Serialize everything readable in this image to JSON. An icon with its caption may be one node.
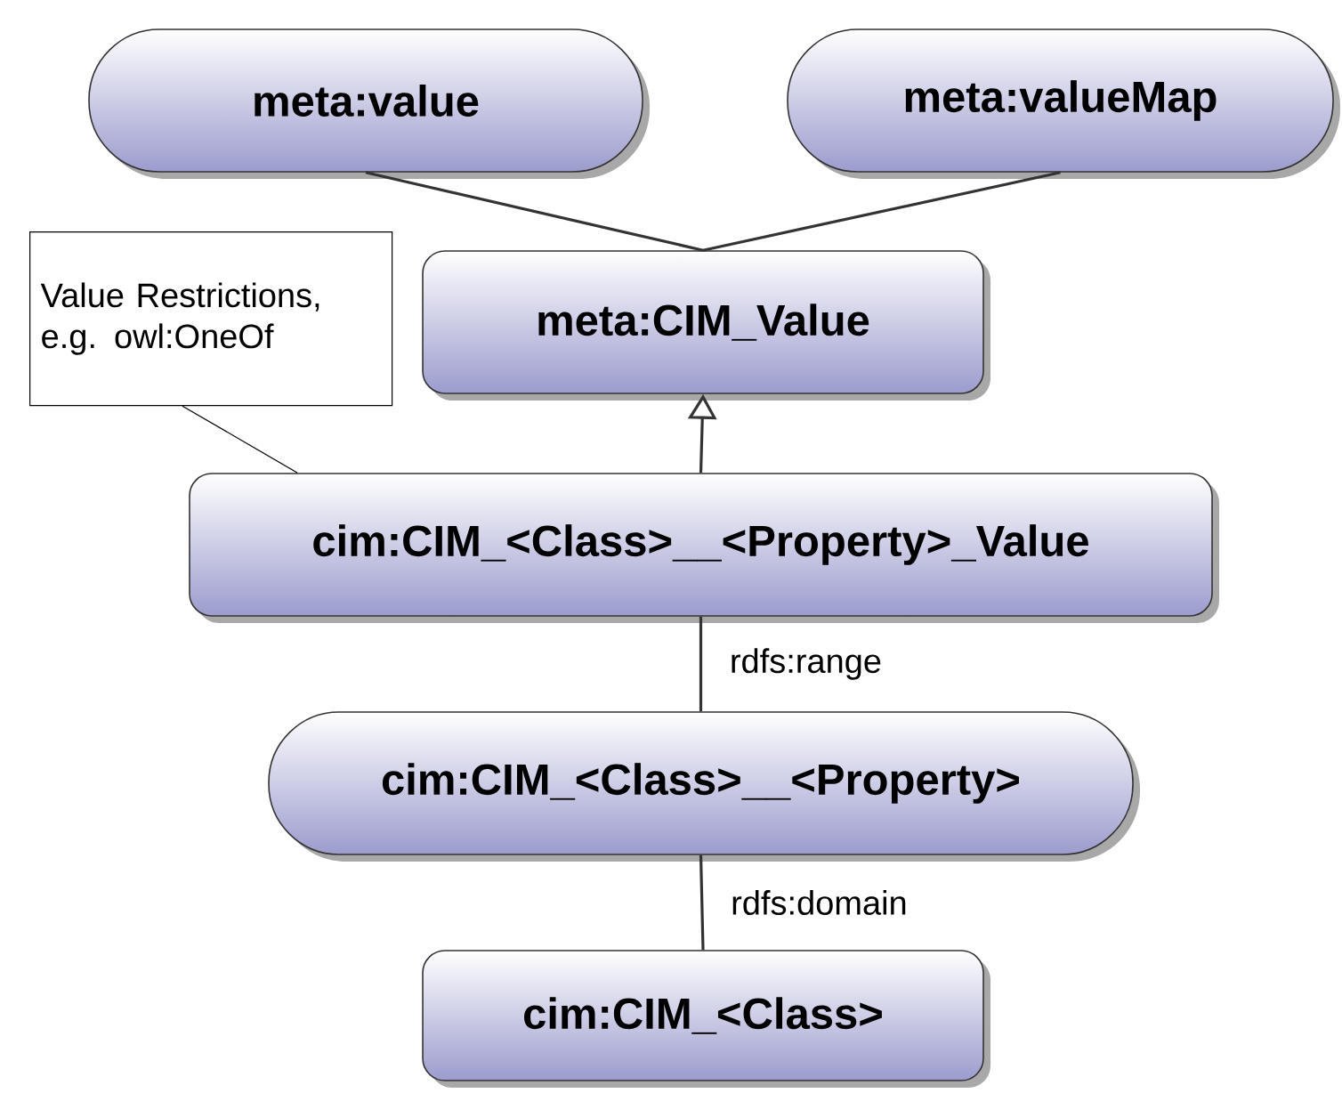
{
  "diagram": {
    "nodes": [
      {
        "text": [
          "meta:value"
        ]
      },
      {
        "text": [
          "meta:valueMap"
        ]
      },
      {
        "text": [
          "Value Restrictions, e.g. owl:OneOf"
        ]
      },
      {
        "text": [
          "meta:CIM_Value"
        ]
      },
      {
        "text": [
          "cim:CIM_<Class>__<Property>_Value"
        ]
      },
      {
        "text": [
          "cim:CIM_<Class>__<Property>"
        ]
      },
      {
        "text": [
          "cim:CIM_<Class>"
        ]
      }
    ],
    "edges": [
      {
        "from": 0,
        "to": 3,
        "arrow": "none"
      },
      {
        "from": 1,
        "to": 3,
        "arrow": "none"
      },
      {
        "from": 4,
        "to": 3,
        "arrow": "to"
      },
      {
        "from": 2,
        "to": 4,
        "arrow": "none"
      },
      {
        "from": 5,
        "to": 4,
        "arrow": "none",
        "label": "rdfs:range"
      },
      {
        "from": 5,
        "to": 6,
        "arrow": "none",
        "label": "rdfs:domain"
      }
    ]
  }
}
